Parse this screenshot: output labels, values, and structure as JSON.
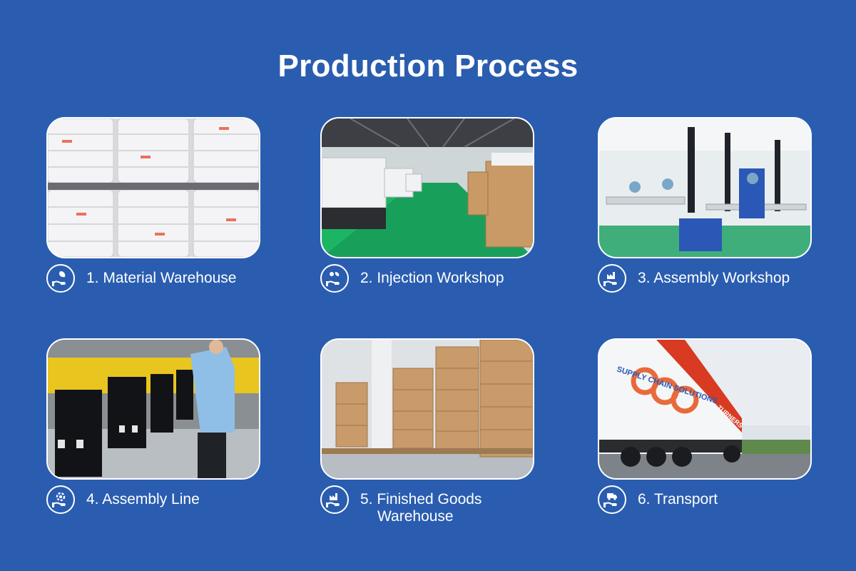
{
  "page": {
    "title": "Production Process"
  },
  "steps": [
    {
      "label": "1. Material Warehouse",
      "icon": "leaf-hand-icon"
    },
    {
      "label": "2. Injection Workshop",
      "icon": "sprout-hand-icon"
    },
    {
      "label": "3. Assembly Workshop",
      "icon": "factory-hand-icon"
    },
    {
      "label": "4. Assembly Line",
      "icon": "gear-hand-icon"
    },
    {
      "label": "5. Finished Goods",
      "label_line2": "Warehouse",
      "icon": "factory-hand-icon"
    },
    {
      "label": "6. Transport",
      "icon": "truck-hand-icon"
    }
  ],
  "truck": {
    "text": "SUPPLY CHAIN SOLUTIONS",
    "tail": "TURNERS"
  }
}
